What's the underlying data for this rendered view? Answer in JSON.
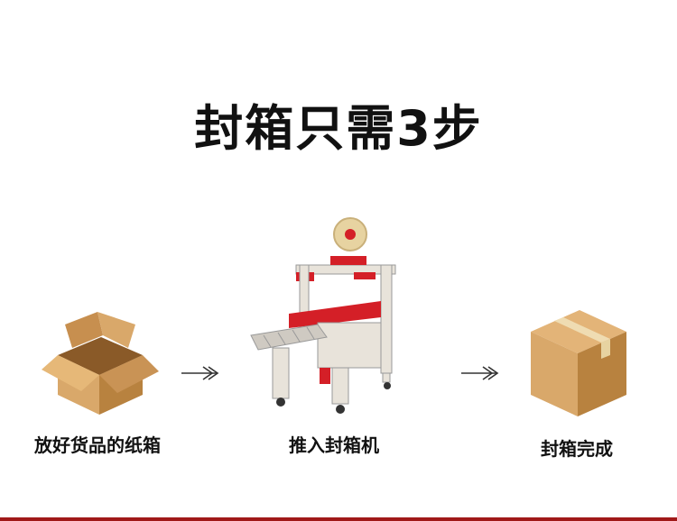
{
  "title": "封箱只需3步",
  "steps": [
    {
      "label": "放好货品的纸箱",
      "icon": "open-box-icon"
    },
    {
      "label": "推入封箱机",
      "icon": "carton-sealing-machine-icon"
    },
    {
      "label": "封箱完成",
      "icon": "sealed-box-icon"
    }
  ],
  "colors": {
    "accent": "#a01818",
    "box_light": "#d9a86a",
    "box_dark": "#b07a3e",
    "machine_red": "#d41f27",
    "tape": "#e7d3a1"
  }
}
